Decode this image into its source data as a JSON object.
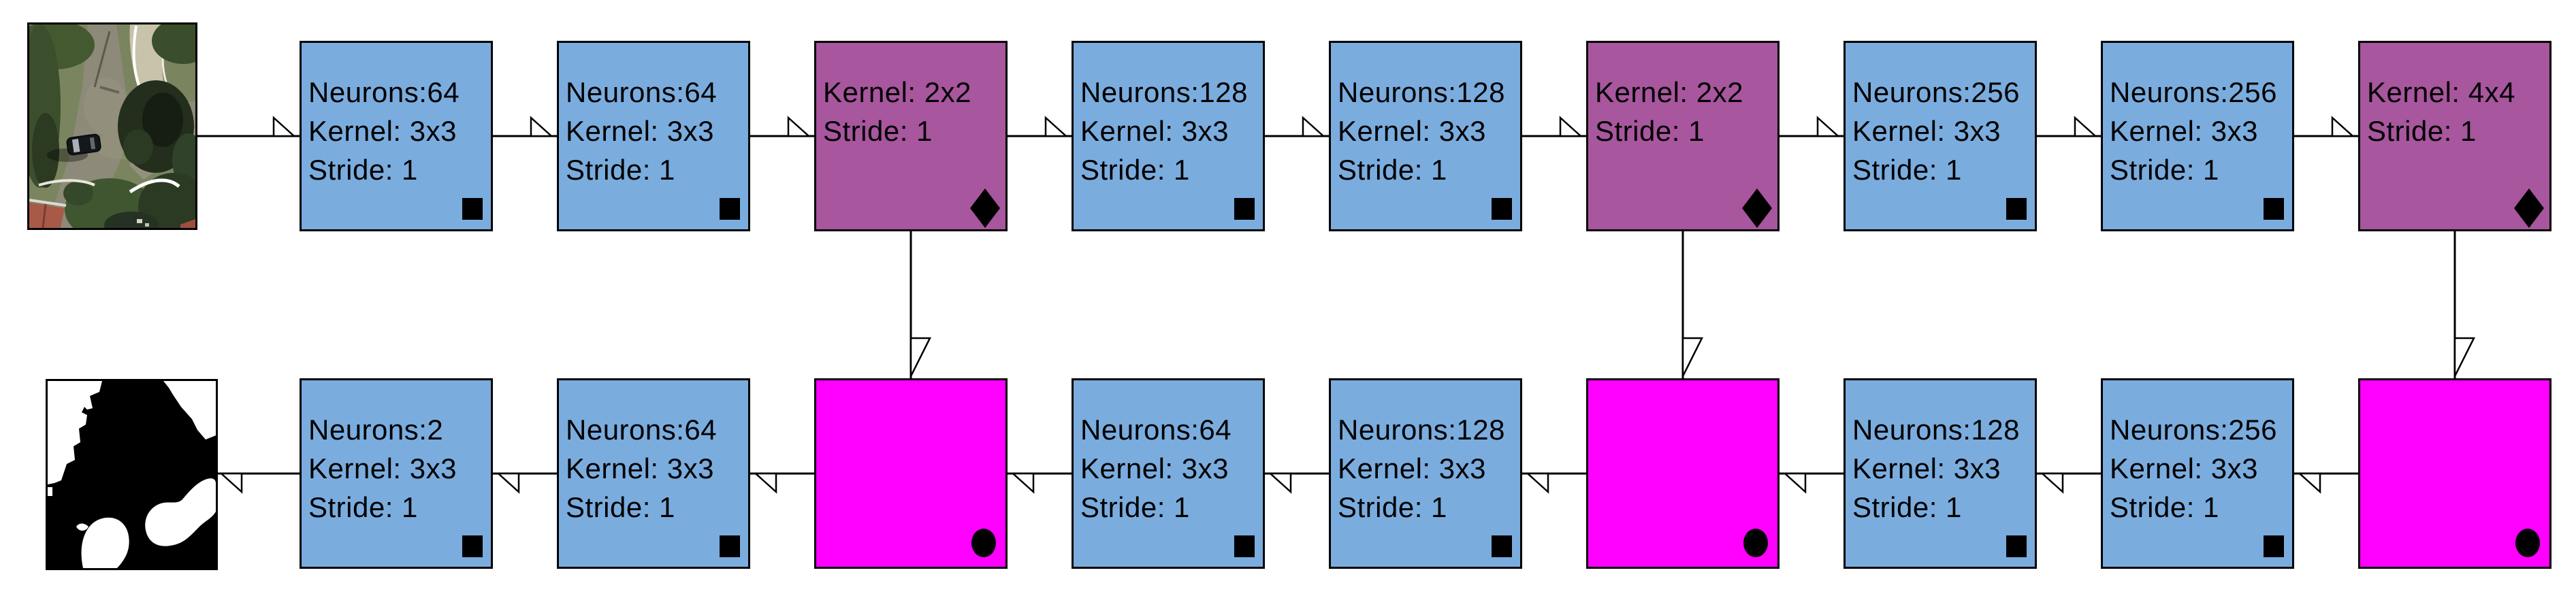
{
  "title": "Convolutional encoder-decoder network architecture diagram",
  "colors": {
    "conv_box": "#7BACDE",
    "pool_box": "#A8569E",
    "upsample_box": "#FF00FF",
    "connector": "#000000"
  },
  "top_row": {
    "input_image_alt": "Aerial photo of a road intersection surrounded by trees, with a dark car and a red roof",
    "boxes": [
      {
        "type": "conv",
        "marker": "black-square",
        "lines": [
          "Neurons:64",
          "Kernel: 3x3",
          "Stride: 1"
        ]
      },
      {
        "type": "conv",
        "marker": "black-square",
        "lines": [
          "Neurons:64",
          "Kernel: 3x3",
          "Stride: 1"
        ]
      },
      {
        "type": "pool",
        "marker": "black-diamond",
        "lines": [
          "Kernel: 2x2",
          "Stride: 1"
        ]
      },
      {
        "type": "conv",
        "marker": "black-square",
        "lines": [
          "Neurons:128",
          "Kernel: 3x3",
          "Stride: 1"
        ]
      },
      {
        "type": "conv",
        "marker": "black-square",
        "lines": [
          "Neurons:128",
          "Kernel: 3x3",
          "Stride: 1"
        ]
      },
      {
        "type": "pool",
        "marker": "black-diamond",
        "lines": [
          "Kernel: 2x2",
          "Stride: 1"
        ]
      },
      {
        "type": "conv",
        "marker": "black-square",
        "lines": [
          "Neurons:256",
          "Kernel: 3x3",
          "Stride: 1"
        ]
      },
      {
        "type": "conv",
        "marker": "black-square",
        "lines": [
          "Neurons:256",
          "Kernel: 3x3",
          "Stride: 1"
        ]
      },
      {
        "type": "pool",
        "marker": "black-diamond",
        "lines": [
          "Kernel: 4x4",
          "Stride: 1"
        ]
      }
    ]
  },
  "bottom_row": {
    "output_image_alt": "Black and white segmentation mask with large black region and white blobs",
    "boxes": [
      {
        "type": "conv",
        "marker": "black-square",
        "lines": [
          "Neurons:2",
          "Kernel: 3x3",
          "Stride: 1"
        ]
      },
      {
        "type": "conv",
        "marker": "black-square",
        "lines": [
          "Neurons:64",
          "Kernel: 3x3",
          "Stride: 1"
        ]
      },
      {
        "type": "upsample",
        "marker": "black-circle",
        "lines": []
      },
      {
        "type": "conv",
        "marker": "black-square",
        "lines": [
          "Neurons:64",
          "Kernel: 3x3",
          "Stride: 1"
        ]
      },
      {
        "type": "conv",
        "marker": "black-square",
        "lines": [
          "Neurons:128",
          "Kernel: 3x3",
          "Stride: 1"
        ]
      },
      {
        "type": "upsample",
        "marker": "black-circle",
        "lines": []
      },
      {
        "type": "conv",
        "marker": "black-square",
        "lines": [
          "Neurons:128",
          "Kernel: 3x3",
          "Stride: 1"
        ]
      },
      {
        "type": "conv",
        "marker": "black-square",
        "lines": [
          "Neurons:256",
          "Kernel: 3x3",
          "Stride: 1"
        ]
      },
      {
        "type": "upsample",
        "marker": "black-circle",
        "lines": []
      }
    ]
  }
}
